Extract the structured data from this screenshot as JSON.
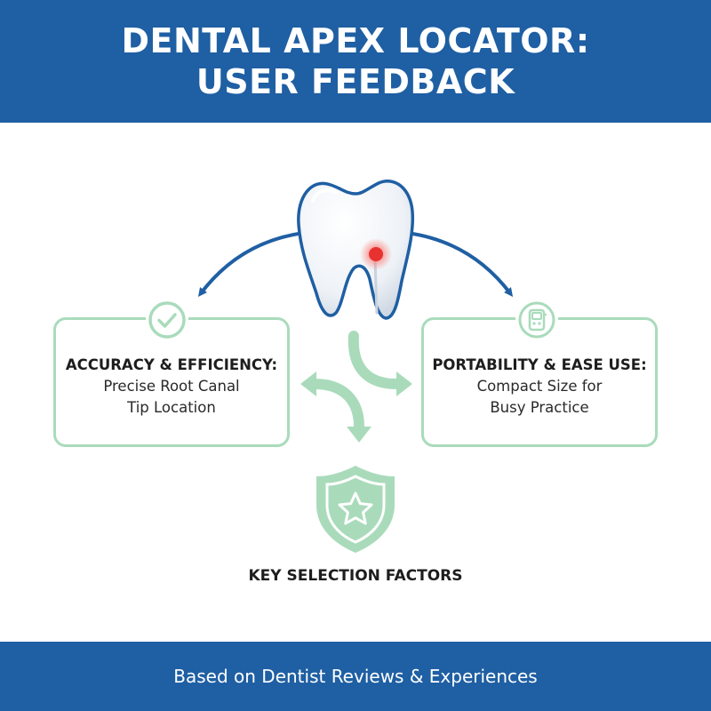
{
  "header": {
    "title_line1": "DENTAL APEX LOCATOR:",
    "title_line2": "USER FEEDBACK"
  },
  "cards": {
    "left": {
      "title": "ACCURACY & EFFICIENCY:",
      "desc_line1": "Precise Root Canal",
      "desc_line2": "Tip Location",
      "icon": "check-circle-icon"
    },
    "right": {
      "title": "PORTABILITY & EASE USE:",
      "desc_line1": "Compact Size for",
      "desc_line2": "Busy Practice",
      "icon": "apex-locator-device-icon"
    }
  },
  "center": {
    "icon": "shield-star-icon",
    "label": "KEY SELECTION FACTORS"
  },
  "tooth": {
    "icon": "tooth-icon",
    "apex_marker_color": "#e8322f"
  },
  "footer": {
    "text": "Based on Dentist Reviews & Experiences"
  },
  "colors": {
    "primary_blue": "#1f5fa3",
    "mint_green": "#a9dbbb",
    "arrow_blue": "#1f5fa3"
  }
}
